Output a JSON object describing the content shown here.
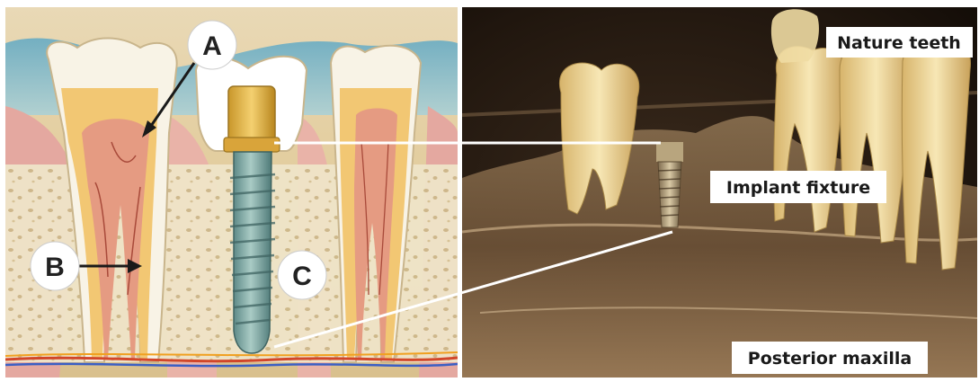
{
  "left_diagram": {
    "labels": {
      "a": "A",
      "b": "B",
      "c": "C"
    }
  },
  "right_photo": {
    "labels": {
      "nature_teeth": "Nature teeth",
      "implant_fixture": "Implant  fixture",
      "posterior_maxilla": "Posterior maxilla"
    }
  }
}
